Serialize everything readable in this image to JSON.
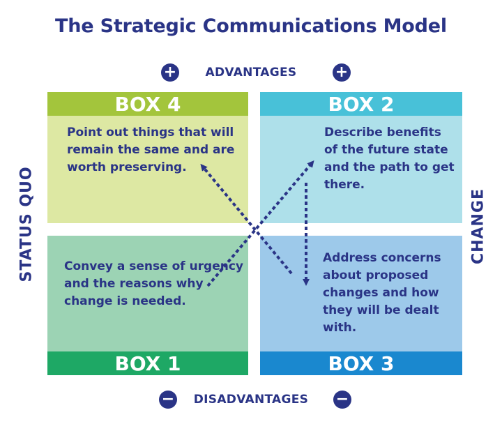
{
  "title": "The Strategic Communications Model",
  "axes": {
    "top": "ADVANTAGES",
    "bottom": "DISADVANTAGES",
    "left": "STATUS QUO",
    "right": "CHANGE",
    "plus_symbol": "+",
    "minus_symbol": "−"
  },
  "boxes": {
    "box4": {
      "label": "BOX 4",
      "text": "Point out things that will remain the same and are worth preserving."
    },
    "box2": {
      "label": "BOX 2",
      "text": "Describe benefits of the future state and the path to get there."
    },
    "box1": {
      "label": "BOX 1",
      "text": "Convey a sense of urgency and the reasons why change is needed."
    },
    "box3": {
      "label": "BOX 3",
      "text": "Address concerns about proposed changes and how they will be dealt with."
    }
  },
  "colors": {
    "navy": "#2a3486",
    "box4_header": "#a3c53c",
    "box4_body": "#dde8a3",
    "box2_header": "#48c1d8",
    "box2_body": "#aee0ea",
    "box1_header": "#1ea865",
    "box1_body": "#9cd3b4",
    "box3_header": "#1a88cf",
    "box3_body": "#9dc9ea"
  }
}
